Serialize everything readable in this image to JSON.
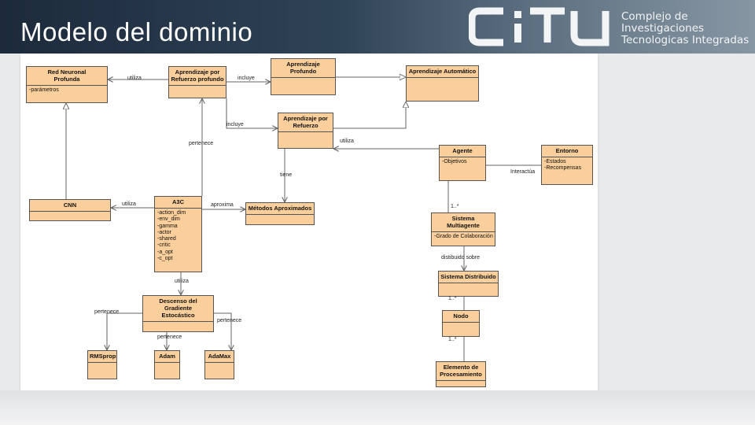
{
  "slide": {
    "title": "Modelo del dominio"
  },
  "logo": {
    "lines": [
      "Complejo de",
      "Investigaciones",
      "Tecnologicas Integradas"
    ]
  },
  "classes": {
    "red_neuronal": {
      "name": "Red Neuronal\nProfunda",
      "attrs": [
        "-parámetros"
      ]
    },
    "apr_refuerzo_profundo": {
      "name": "Aprendizaje por\nRefuerzo profundo",
      "attrs": []
    },
    "apr_profundo": {
      "name": "Aprendizaje Profundo",
      "attrs": []
    },
    "apr_automatico": {
      "name": "Aprendizaje Automático",
      "attrs": []
    },
    "apr_refuerzo": {
      "name": "Aprendizaje por\nRefuerzo",
      "attrs": []
    },
    "agente": {
      "name": "Agente",
      "attrs": [
        "-Objetivos"
      ]
    },
    "entorno": {
      "name": "Entorno",
      "attrs": [
        "-Estados",
        "-Recompensas"
      ]
    },
    "cnn": {
      "name": "CNN",
      "attrs": []
    },
    "a3c": {
      "name": "A3C",
      "attrs": [
        "-action_dim",
        "-env_dim",
        "-gamma",
        "-actor",
        "-shared",
        "-critic",
        "-a_opt",
        "-c_opt"
      ]
    },
    "metodos": {
      "name": "Métodos Aproximados",
      "attrs": []
    },
    "sistema_multiagente": {
      "name": "Sistema\nMultiagente",
      "attrs": [
        "-Grado de Colaboración"
      ]
    },
    "sistema_distribuido": {
      "name": "Sistema Distribuido",
      "attrs": []
    },
    "nodo": {
      "name": "Nodo",
      "attrs": []
    },
    "elemento": {
      "name": "Elemento de\nProcesamiento",
      "attrs": []
    },
    "descenso": {
      "name": "Descenso del Gradiente\nEstocástico",
      "attrs": []
    },
    "rmsprop": {
      "name": "RMSprop",
      "attrs": []
    },
    "adam": {
      "name": "Adam",
      "attrs": []
    },
    "adamax": {
      "name": "AdaMax",
      "attrs": []
    }
  },
  "labels": {
    "utiliza_1": "utiliza",
    "incluye_1": "incluye",
    "incluye_2": "incluye",
    "pertenece_1": "pertenece",
    "utiliza_2": "utiliza",
    "tiene": "tiene",
    "interactua": "Interactúa",
    "utiliza_3": "utiliza",
    "aproxima": "aproxima",
    "mult_1": "1..*",
    "distribuido_sobre": "distibuido sobre",
    "utiliza_4": "utiliza",
    "mult_2": "1..*",
    "mult_3": "1..*",
    "pertenece_2": "pertenece",
    "pertenece_3": "pertenece",
    "pertenece_4": "pertenece"
  },
  "colors": {
    "class_fill": "#fbcf9b",
    "line": "#666666"
  }
}
